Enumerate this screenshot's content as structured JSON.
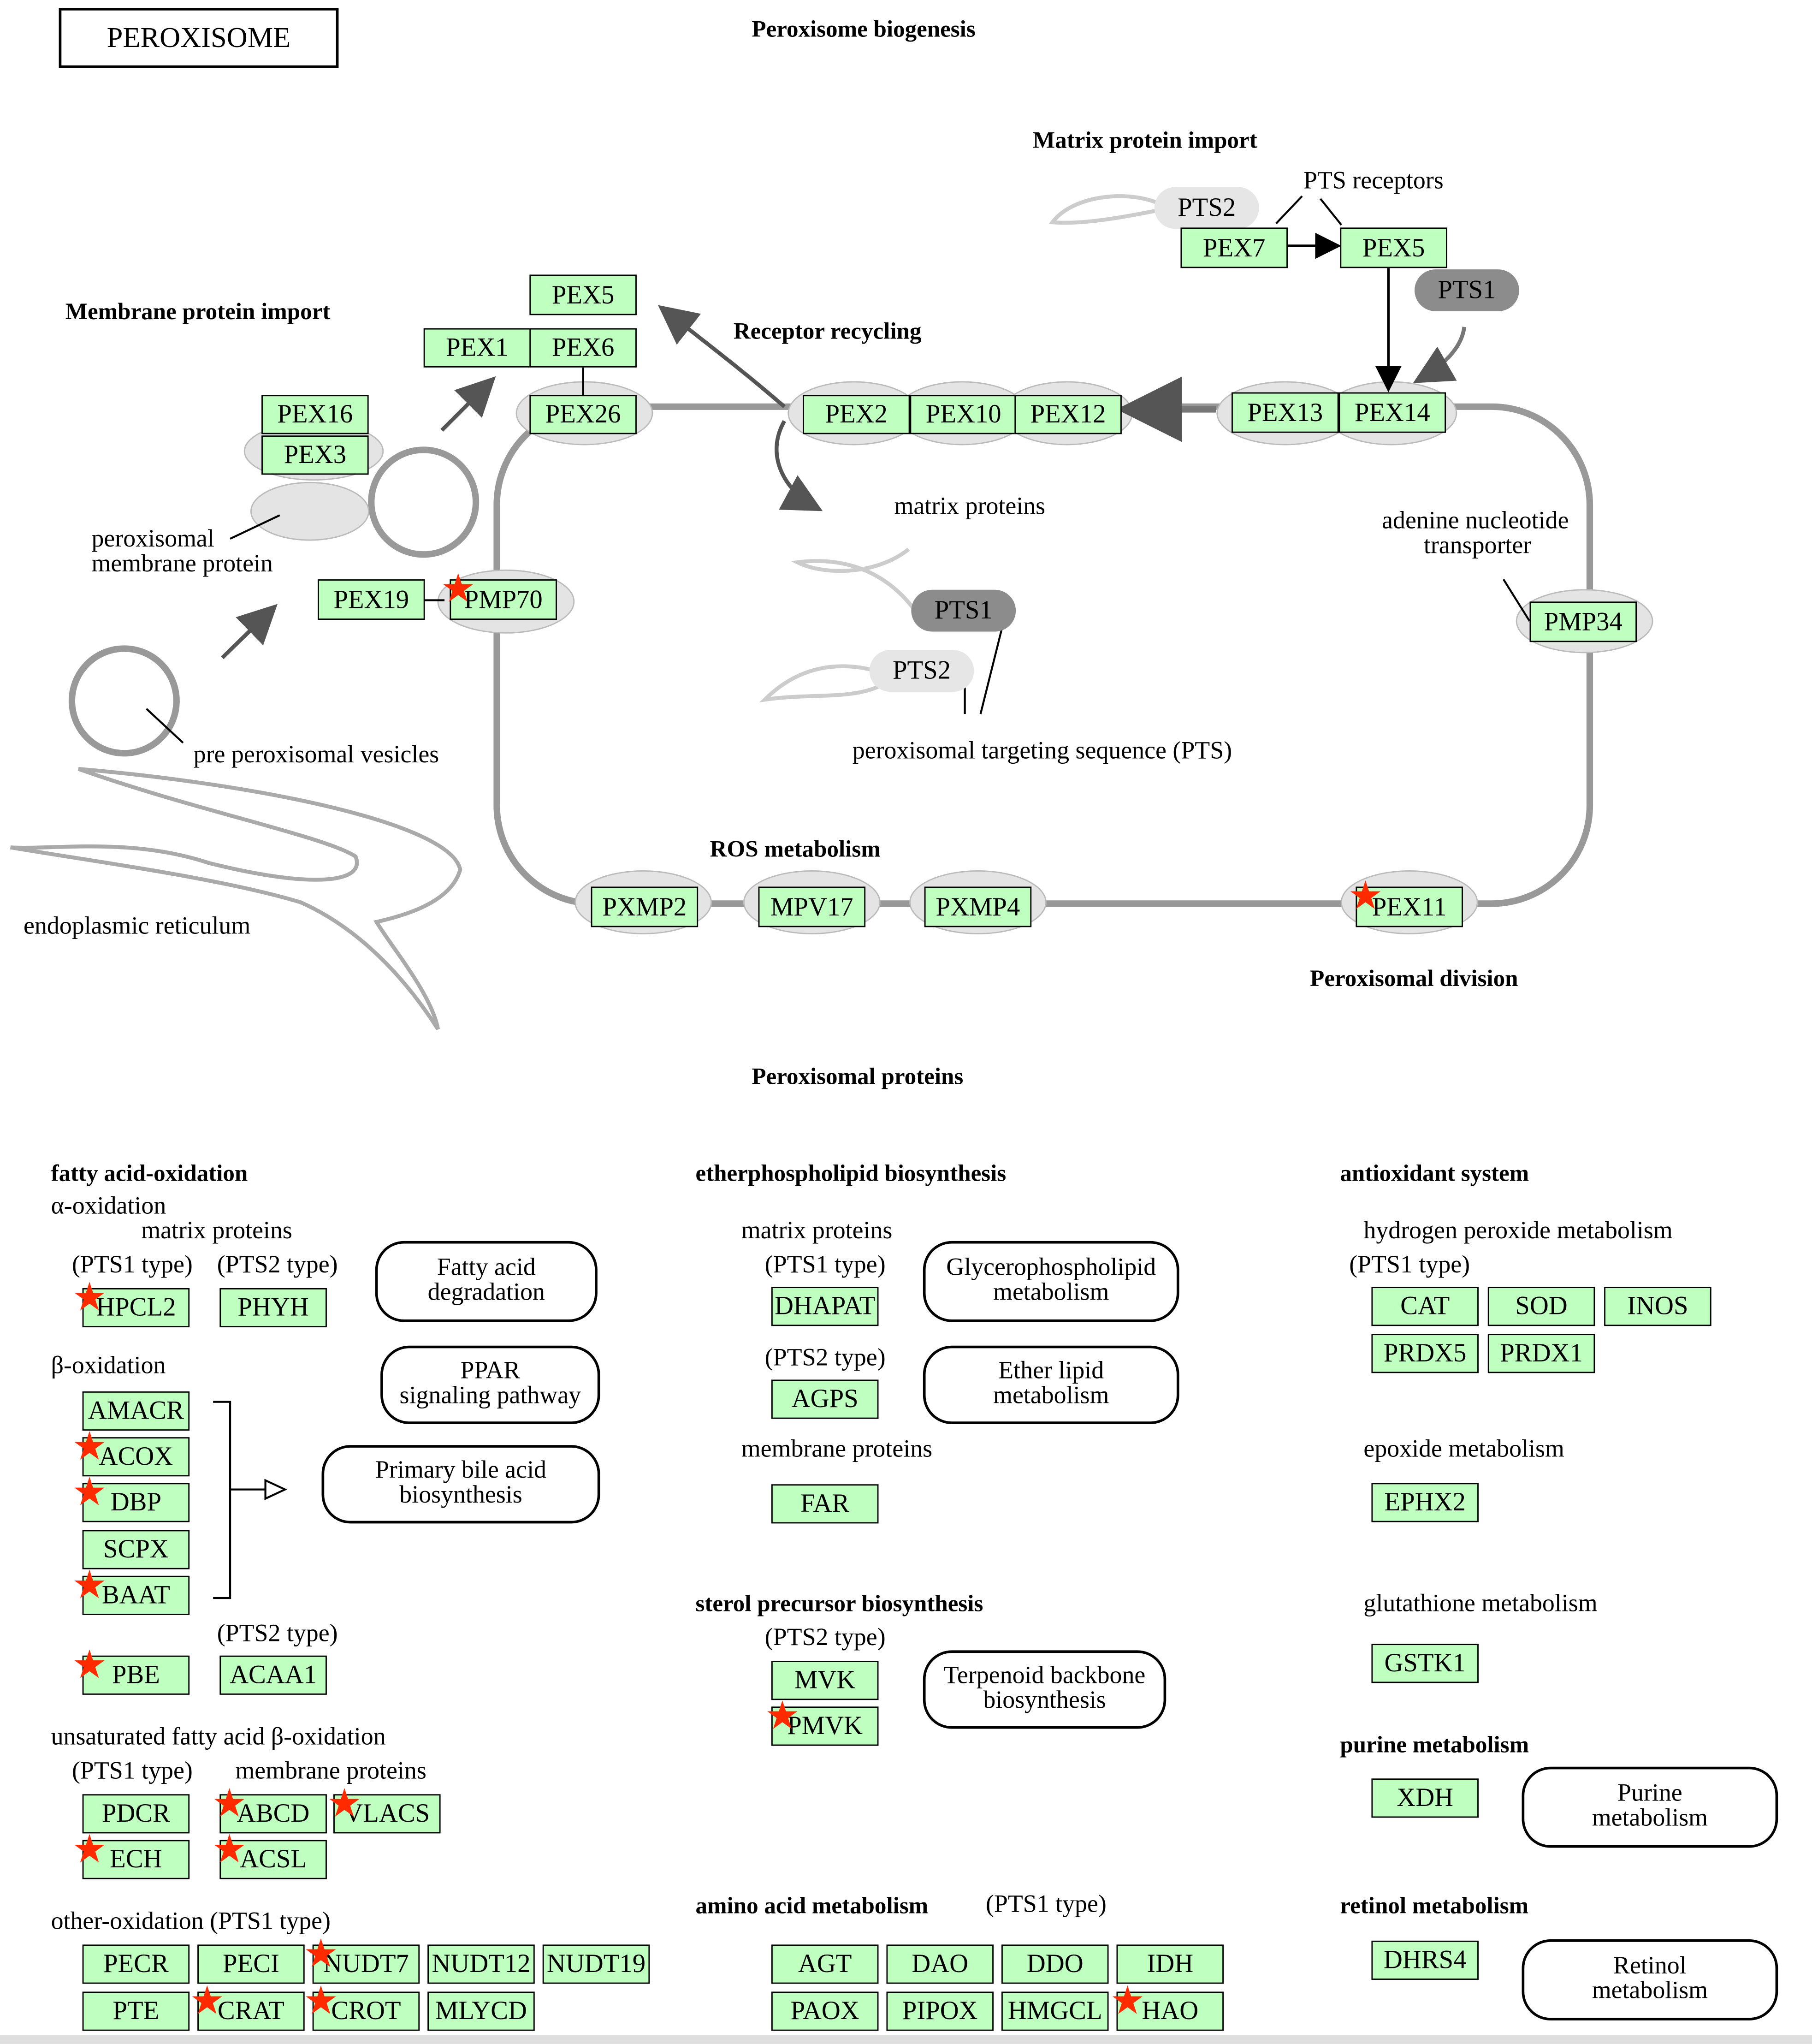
{
  "pathway_title": "PEROXISOME",
  "section_titles": {
    "biogenesis": "Peroxisome biogenesis",
    "matrix_import": "Matrix protein import",
    "membrane_import": "Membrane protein import",
    "receptor_recycling": "Receptor recycling",
    "ros": "ROS metabolism",
    "division": "Peroxisomal division",
    "proteins": "Peroxisomal  proteins"
  },
  "diagram_labels": {
    "pts_receptors": "PTS receptors",
    "pts2_top": "PTS2",
    "pts1_top": "PTS1",
    "pts1_mid": "PTS1",
    "pts2_mid": "PTS2",
    "matrix_proteins": "matrix proteins",
    "pts_sequence": "peroxisomal targeting sequence (PTS)",
    "adenine_1": "adenine nucleotide",
    "adenine_2": "transporter",
    "pmp_1": "peroxisomal",
    "pmp_2": "membrane protein",
    "pre_vesicles": "pre peroxisomal vesicles",
    "er": "endoplasmic reticulum"
  },
  "genes": {
    "pex5_top": "PEX5",
    "pex1": "PEX1",
    "pex6": "PEX6",
    "pex26": "PEX26",
    "pex16": "PEX16",
    "pex3": "PEX3",
    "pex19": "PEX19",
    "pmp70": "PMP70",
    "pex7": "PEX7",
    "pex5_right": "PEX5",
    "pex2": "PEX2",
    "pex10": "PEX10",
    "pex12": "PEX12",
    "pex13": "PEX13",
    "pex14": "PEX14",
    "pmp34": "PMP34",
    "pxmp2": "PXMP2",
    "mpv17": "MPV17",
    "pxmp4": "PXMP4",
    "pex11": "PEX11"
  },
  "fatty_acid": {
    "heading": "fatty acid-oxidation",
    "alpha": "α-oxidation",
    "matrix_proteins": "matrix proteins",
    "pts1_type": "(PTS1 type)",
    "pts2_type": "(PTS2 type)",
    "hpcl2": "HPCL2",
    "phyh": "PHYH",
    "beta": "β-oxidation",
    "amacr": "AMACR",
    "acox": "ACOX",
    "dbp": "DBP",
    "scpx": "SCPX",
    "baat": "BAAT",
    "pts2_type_b": "(PTS2 type)",
    "pbe": "PBE",
    "acaa1": "ACAA1",
    "unsat": "unsaturated fatty acid β-oxidation",
    "pts1_type_u": "(PTS1 type)",
    "membrane_proteins": "membrane proteins",
    "pdcr": "PDCR",
    "ech": "ECH",
    "abcd": "ABCD",
    "vlacs": "VLACS",
    "acsl": "ACSL",
    "other": "other-oxidation (PTS1 type)",
    "pecr": "PECR",
    "peci": "PECI",
    "nudt7": "NUDT7",
    "nudt12": "NUDT12",
    "nudt19": "NUDT19",
    "pte": "PTE",
    "crat": "CRAT",
    "crot": "CROT",
    "mlycd": "MLYCD"
  },
  "maps": {
    "fa_deg_1": "Fatty acid",
    "fa_deg_2": "degradation",
    "ppar_1": "PPAR",
    "ppar_2": "signaling pathway",
    "bile_1": "Primary bile acid",
    "bile_2": "biosynthesis",
    "glycero_1": "Glycerophospholipid",
    "glycero_2": "metabolism",
    "ether_1": "Ether lipid",
    "ether_2": "metabolism",
    "terp_1": "Terpenoid backbone",
    "terp_2": "biosynthesis",
    "purine_1": "Purine",
    "purine_2": "metabolism",
    "retinol_1": "Retinol",
    "retinol_2": "metabolism"
  },
  "ether": {
    "heading": "etherphospholipid biosynthesis",
    "matrix_proteins": "matrix proteins",
    "pts1_type": "(PTS1 type)",
    "dhapat": "DHAPAT",
    "pts2_type": "(PTS2 type)",
    "agps": "AGPS",
    "membrane_proteins": "membrane proteins",
    "far": "FAR"
  },
  "sterol": {
    "heading": "sterol precursor biosynthesis",
    "pts2_type": "(PTS2 type)",
    "mvk": "MVK",
    "pmvk": "PMVK"
  },
  "amino": {
    "heading": "amino acid metabolism",
    "subheading": "(PTS1 type)",
    "agt": "AGT",
    "dao": "DAO",
    "ddo": "DDO",
    "idh": "IDH",
    "paox": "PAOX",
    "pipox": "PIPOX",
    "hmgcl": "HMGCL",
    "hao": "HAO"
  },
  "antioxidant": {
    "heading": "antioxidant system",
    "h2o2": "hydrogen peroxide metabolism",
    "pts1_type": "(PTS1 type)",
    "cat": "CAT",
    "sod": "SOD",
    "inos": "INOS",
    "prdx5": "PRDX5",
    "prdx1": "PRDX1",
    "epoxide": "epoxide metabolism",
    "ephx2": "EPHX2",
    "glutathione": "glutathione metabolism",
    "gstk1": "GSTK1"
  },
  "purine": {
    "heading": "purine metabolism",
    "xdh": "XDH"
  },
  "retinol": {
    "heading": "retinol metabolism",
    "dhrs4": "DHRS4"
  },
  "colors": {
    "gene_fill": "#bfffbf",
    "star": "#ff2a00",
    "membrane": "#999999",
    "protein_ellipse": "#e4e4e4",
    "pts1_fill": "#8c8c8c",
    "pts2_fill": "#e6e6e6"
  }
}
